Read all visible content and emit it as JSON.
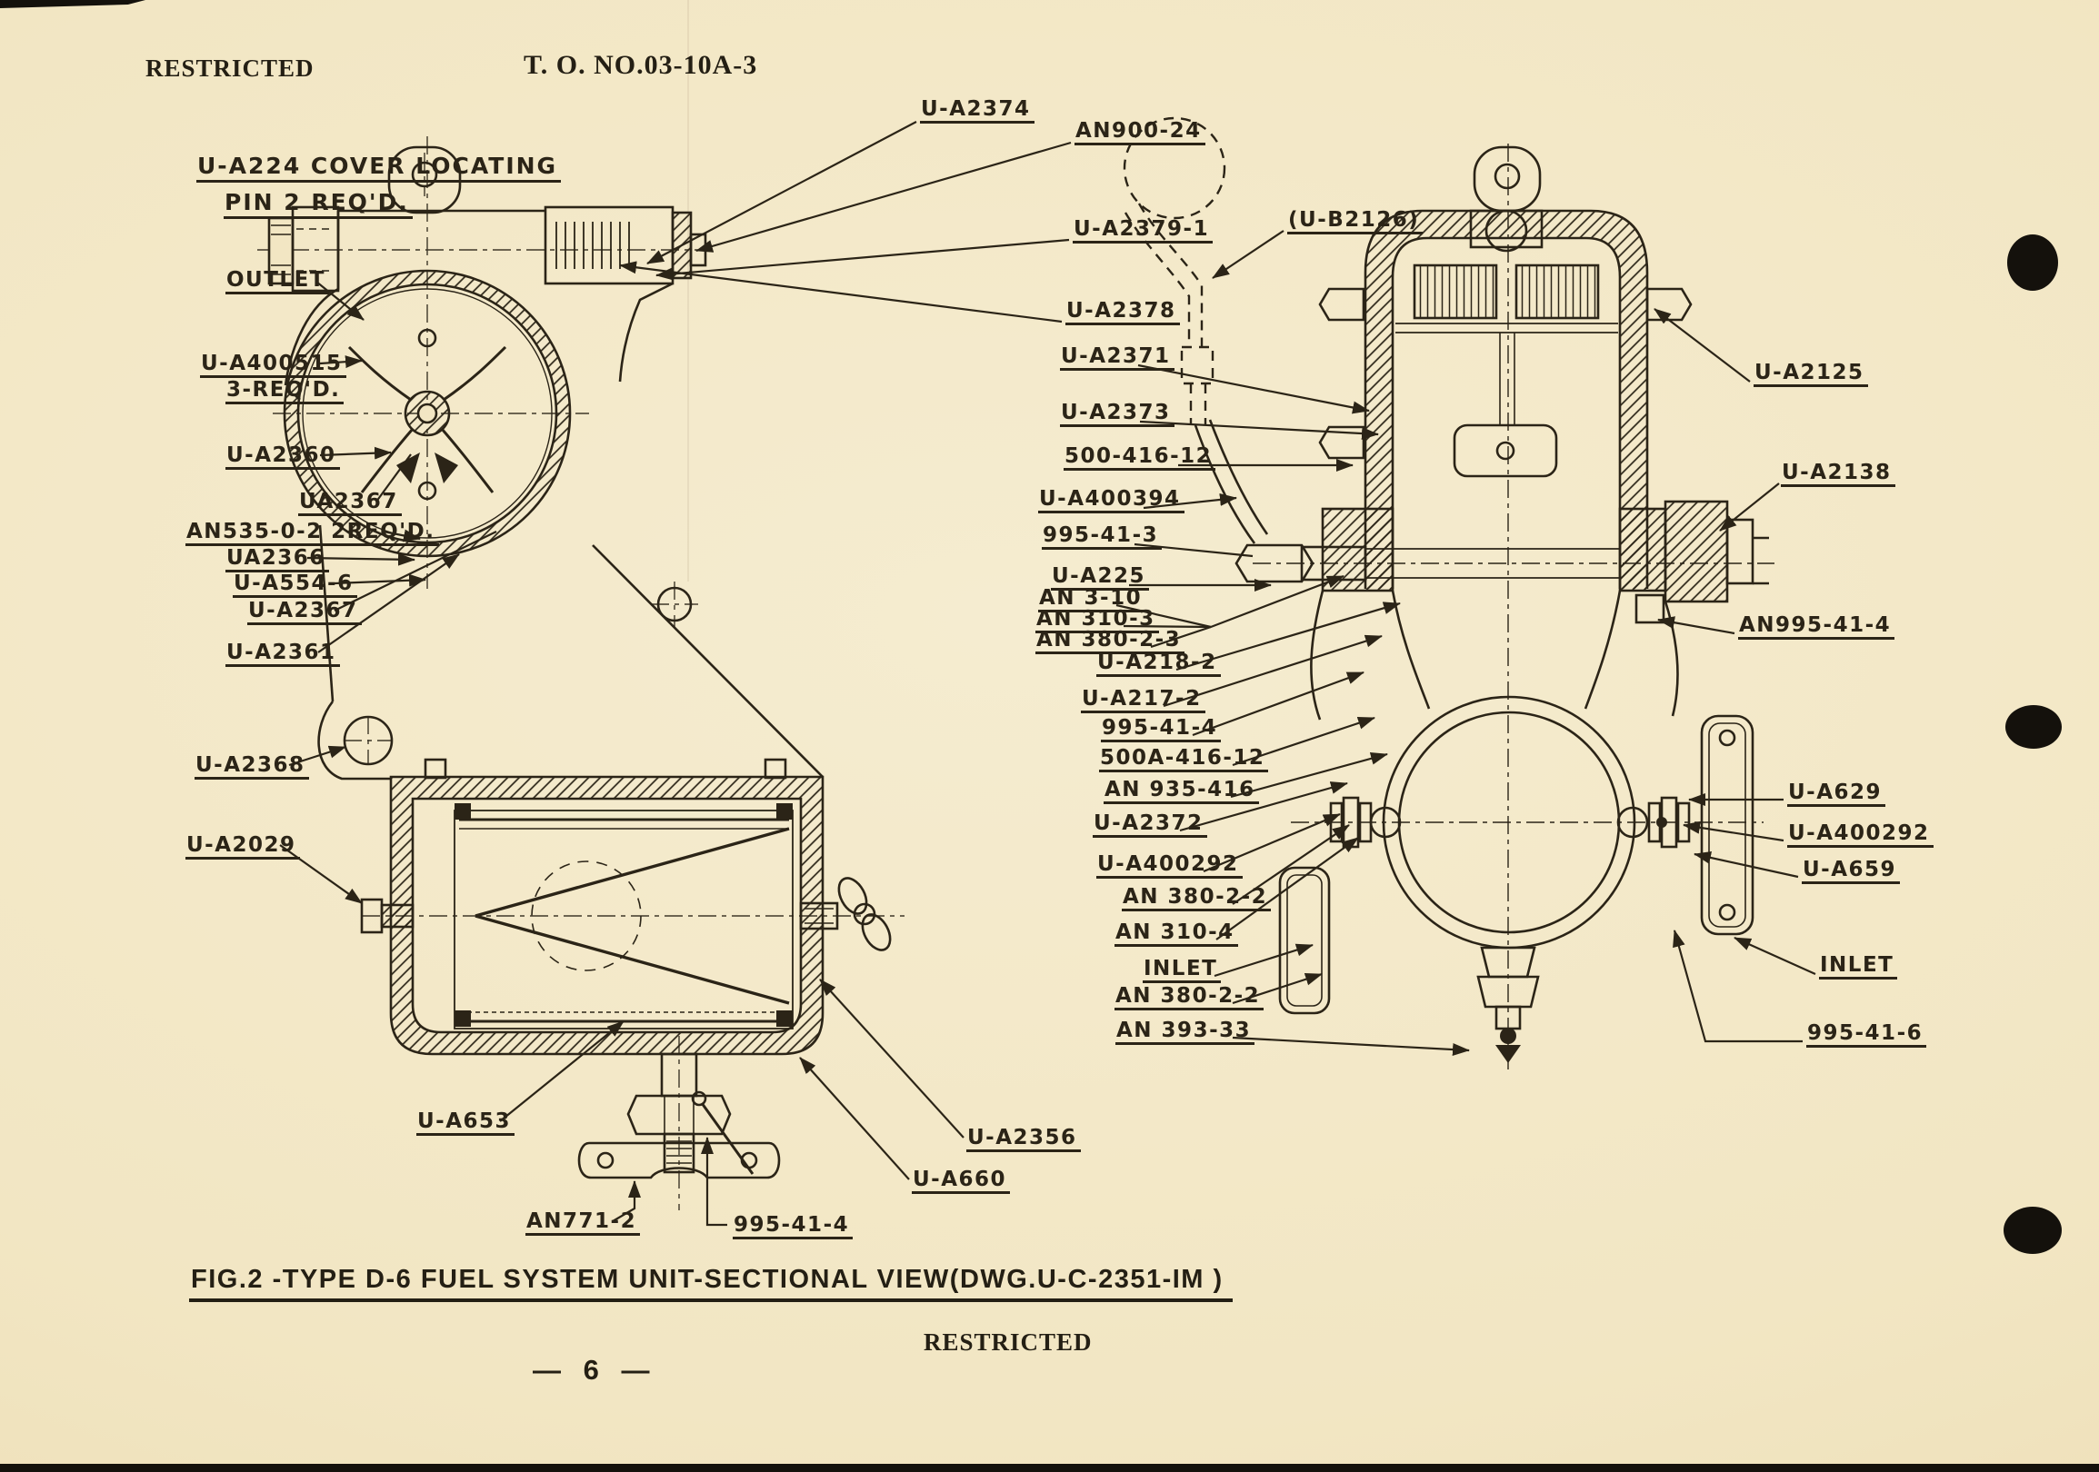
{
  "page": {
    "classification_top": "RESTRICTED",
    "doc_number": "T. O. NO.03-10A-3",
    "note_line1": "U-A224 COVER LOCATING",
    "note_line2": "PIN   2 REQ'D.",
    "caption": "FIG.2 -TYPE D-6 FUEL SYSTEM UNIT-SECTIONAL VIEW(DWG.U-C-2351-IM )",
    "page_number": "—  6  —",
    "classification_bottom": "RESTRICTED"
  },
  "colors": {
    "paper": "#f2e6c3",
    "ink": "#2b2417"
  },
  "figure_left": {
    "callouts": [
      "OUTLET",
      "U-A400515",
      "3-REQ'D.",
      "U-A2360",
      "UA2367",
      "AN535-0-2  2REQ'D.",
      "UA2366",
      "U-A554-6",
      "U-A2367",
      "U-A2361",
      "U-A2368",
      "U-A2029",
      "U-A653",
      "AN771-2",
      "995-41-4",
      "U-A660",
      "U-A2356",
      "U-A2374",
      "AN900-24",
      "U-A2379-1",
      "U-A2378",
      "(U-B2126)"
    ]
  },
  "figure_right": {
    "callouts": [
      "U-A2371",
      "U-A2373",
      "500-416-12",
      "U-A400394",
      "995-41-3",
      "U-A225",
      "AN 3-10",
      "AN 310-3",
      "AN 380-2-3",
      "U-A218-2",
      "U-A217-2",
      "995-41-4",
      "500A-416-12",
      "AN 935-416",
      "U-A2372",
      "U-A400292",
      "AN 380-2-2",
      "AN 310-4",
      "INLET",
      "AN 380-2-2",
      "AN 393-33",
      "U-A2125",
      "U-A2138",
      "AN995-41-4",
      "U-A629",
      "U-A400292",
      "U-A659",
      "INLET",
      "995-41-6"
    ]
  }
}
